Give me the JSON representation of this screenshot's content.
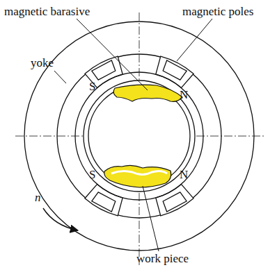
{
  "diagram": {
    "labels": [
      "magnetic barasive",
      "magnetic poles",
      "yoke",
      "S",
      "N",
      "S",
      "N",
      "n",
      "work piece"
    ]
  }
}
